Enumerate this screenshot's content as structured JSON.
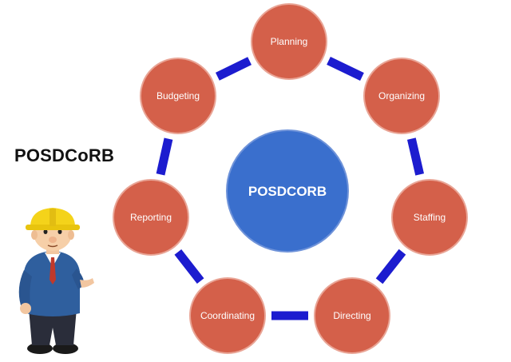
{
  "heading": "POSDCoRB",
  "center": {
    "label": "POSDCORB"
  },
  "nodes": [
    {
      "id": "planning",
      "label": "Planning"
    },
    {
      "id": "organizing",
      "label": "Organizing"
    },
    {
      "id": "staffing",
      "label": "Staffing"
    },
    {
      "id": "directing",
      "label": "Directing"
    },
    {
      "id": "coordinating",
      "label": "Coordinating"
    },
    {
      "id": "reporting",
      "label": "Reporting"
    },
    {
      "id": "budgeting",
      "label": "Budgeting"
    }
  ],
  "colors": {
    "node": "#d4604a",
    "node_edge": "#e9a596",
    "center": "#3a6fcd",
    "center_edge": "#6f93d9",
    "connector": "#1c1ccf"
  },
  "character": {
    "icon": "construction-worker-icon"
  }
}
